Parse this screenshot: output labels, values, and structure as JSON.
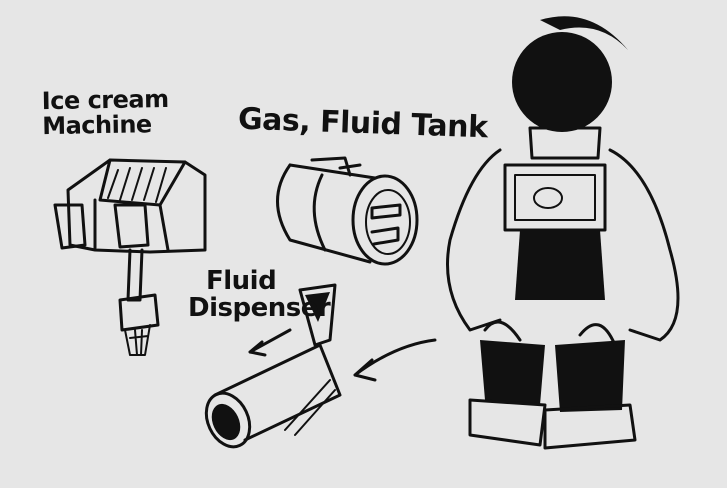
{
  "labels": {
    "ice_cream_line1": "Ice cream",
    "ice_cream_line2": "Machine",
    "gas_tank": "Gas, Fluid Tank",
    "dispenser_line1": "Fluid",
    "dispenser_line2": "Dispenser"
  },
  "colors": {
    "background": "#e6e6e6",
    "ink": "#111111"
  }
}
